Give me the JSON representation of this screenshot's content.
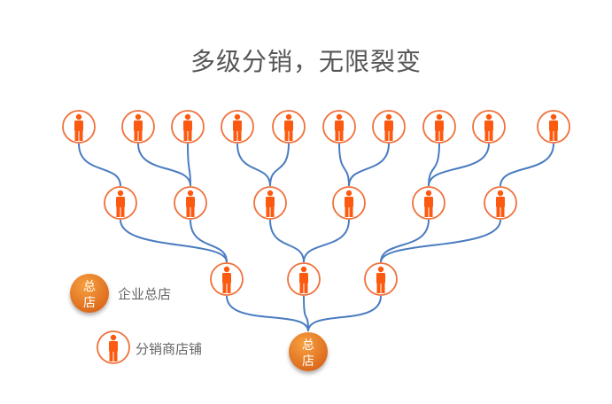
{
  "title": "多级分销，无限裂变",
  "hq_badge": "总店",
  "legend": {
    "hq_label": "企业总店",
    "store_label": "分销商店铺"
  },
  "colors": {
    "line": "#4a7cc0",
    "ring": "#f0703a",
    "person": "#fb5a10",
    "hq_fill": "#ea7a22",
    "text": "#555555"
  },
  "tree": {
    "level1_count": 10,
    "level2_count": 6,
    "level3_count": 3,
    "level1_parent": [
      0,
      1,
      1,
      2,
      2,
      3,
      3,
      4,
      4,
      5
    ],
    "level2_parent": [
      0,
      0,
      1,
      1,
      2,
      2
    ]
  }
}
